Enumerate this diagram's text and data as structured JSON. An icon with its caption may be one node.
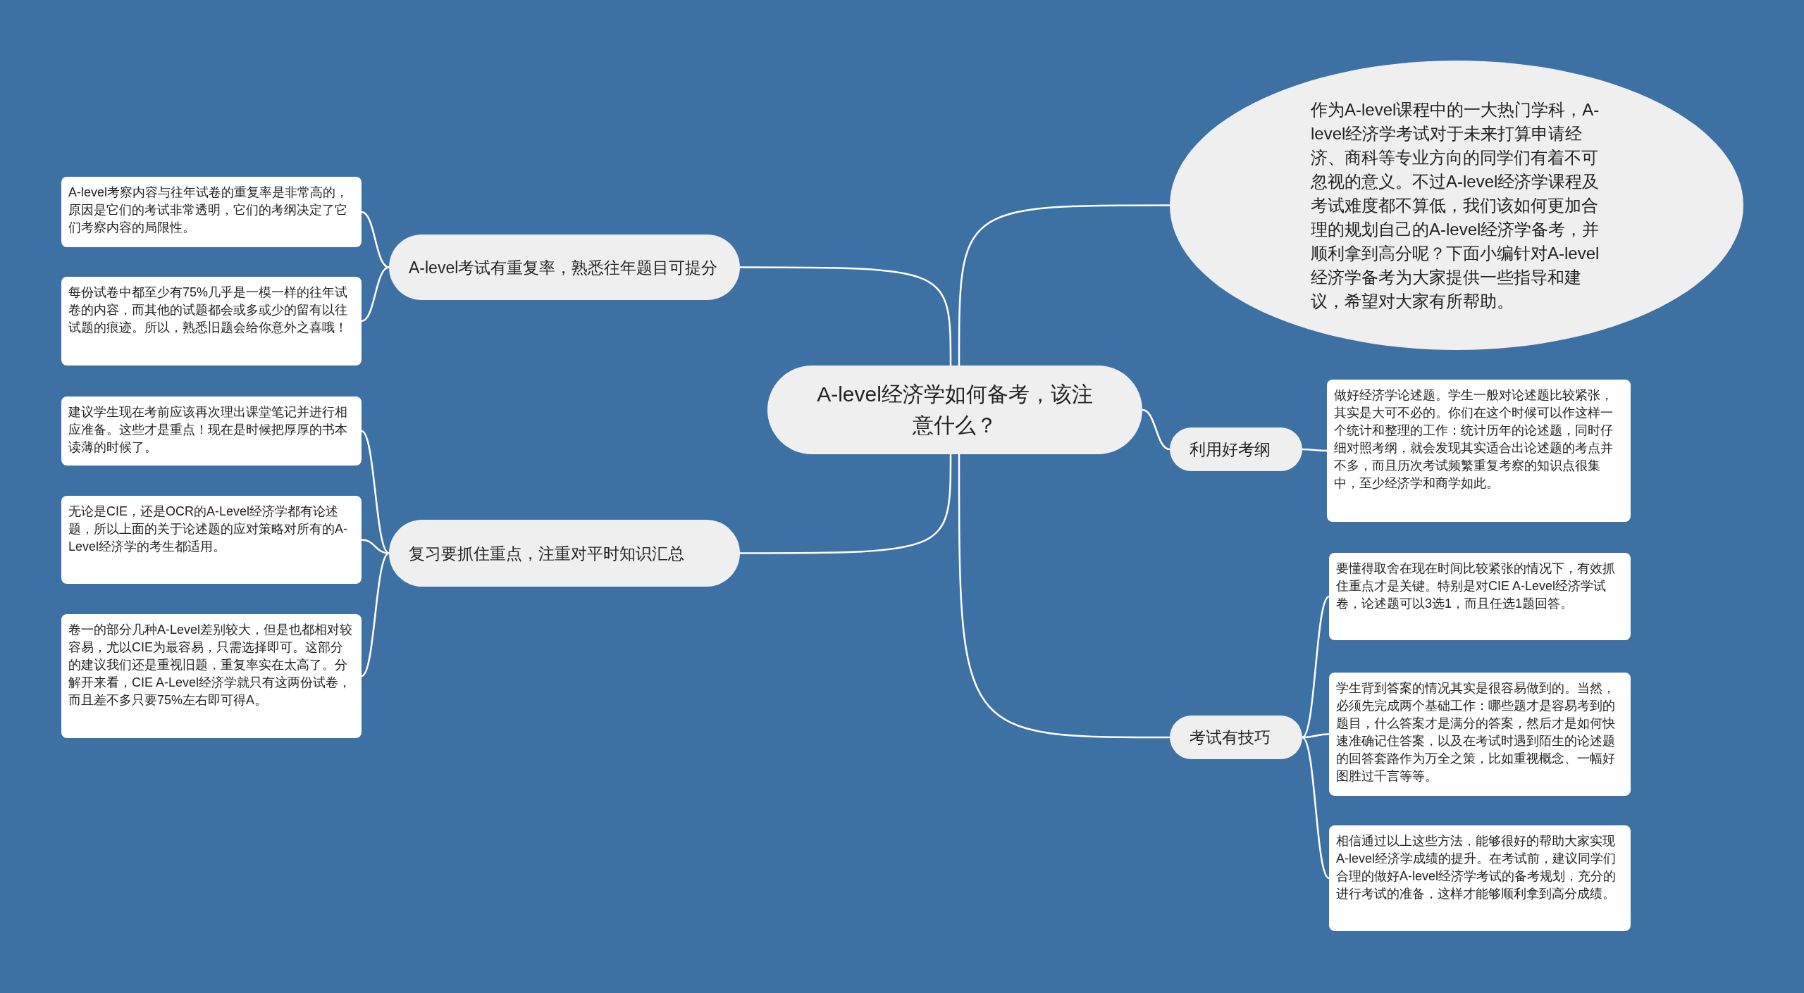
{
  "diagram": {
    "nodes": [
      {
        "text": [
          "A-level经济学如何备考，该注意什么？"
        ]
      },
      {
        "text": [
          "A-level考试有重复率，熟悉往年题目可提分"
        ]
      },
      {
        "text": [
          "A-level考察内容与往年试卷的重复率是非常高的，原因是它们的考试非常透明，它们的考纲决定了它们考察内容的局限性。"
        ]
      },
      {
        "text": [
          "每份试卷中都至少有75%几乎是一模一样的往年试卷的内容，而其他的试题都会或多或少的留有以往试题的痕迹。所以，熟悉旧题会给你意外之喜哦！"
        ]
      },
      {
        "text": [
          "复习要抓住重点，注重对平时知识汇总"
        ]
      },
      {
        "text": [
          "建议学生现在考前应该再次理出课堂笔记并进行相应准备。这些才是重点！现在是时候把厚厚的书本读薄的时候了。"
        ]
      },
      {
        "text": [
          "无论是CIE，还是OCR的A-Level经济学都有论述题，所以上面的关于论述题的应对策略对所有的A-Level经济学的考生都适用。"
        ]
      },
      {
        "text": [
          "卷一的部分几种A-Level差别较大，但是也都相对较容易，尤以CIE为最容易，只需选择即可。这部分的建议我们还是重视旧题，重复率实在太高了。分解开来看，CIE A-Level经济学就只有这两份试卷，而且差不多只要75%左右即可得A。"
        ]
      },
      {
        "text": [
          "作为A-level课程中的一大热门学科，A-level经济学考试对于未来打算申请经济、商科等专业方向的同学们有着不可忽视的意义。不过A-level经济学课程及考试难度都不算低，我们该如何更加合理的规划自己的A-level经济学备考，并顺利拿到高分呢？下面小编针对A-level经济学备考为大家提供一些指导和建议，希望对大家有所帮助。"
        ]
      },
      {
        "text": [
          "利用好考纲"
        ]
      },
      {
        "text": [
          "做好经济学论述题。学生一般对论述题比较紧张，其实是大可不必的。你们在这个时候可以作这样一个统计和整理的工作：统计历年的论述题，同时仔细对照考纲，就会发现其实适合出论述题的考点并不多，而且历次考试频繁重复考察的知识点很集中，至少经济学和商学如此。"
        ]
      },
      {
        "text": [
          "考试有技巧"
        ]
      },
      {
        "text": [
          "要懂得取舍在现在时间比较紧张的情况下，有效抓住重点才是关键。特别是对CIE A-Level经济学试卷，论述题可以3选1，而且任选1题回答。"
        ]
      },
      {
        "text": [
          "学生背到答案的情况其实是很容易做到的。当然，必须先完成两个基础工作：哪些题才是容易考到的题目，什么答案才是满分的答案，然后才是如何快速准确记住答案，以及在考试时遇到陌生的论述题的回答套路作为万全之策，比如重视概念、一幅好图胜过千言等等。"
        ]
      },
      {
        "text": [
          "相信通过以上这些方法，能够很好的帮助大家实现A-level经济学成绩的提升。在考试前，建议同学们合理的做好A-level经济学考试的备考规划，充分的进行考试的准备，这样才能够顺利拿到高分成绩。"
        ]
      }
    ],
    "edges": [
      {
        "from": 0,
        "to": 1,
        "arrow": "none"
      },
      {
        "from": 1,
        "to": 2,
        "arrow": "none"
      },
      {
        "from": 1,
        "to": 3,
        "arrow": "none"
      },
      {
        "from": 0,
        "to": 4,
        "arrow": "none"
      },
      {
        "from": 4,
        "to": 5,
        "arrow": "none"
      },
      {
        "from": 4,
        "to": 6,
        "arrow": "none"
      },
      {
        "from": 4,
        "to": 7,
        "arrow": "none"
      },
      {
        "from": 0,
        "to": 8,
        "arrow": "none"
      },
      {
        "from": 0,
        "to": 9,
        "arrow": "none"
      },
      {
        "from": 9,
        "to": 10,
        "arrow": "none"
      },
      {
        "from": 0,
        "to": 11,
        "arrow": "none"
      },
      {
        "from": 11,
        "to": 12,
        "arrow": "none"
      },
      {
        "from": 11,
        "to": 13,
        "arrow": "none"
      },
      {
        "from": 11,
        "to": 14,
        "arrow": "none"
      }
    ]
  }
}
